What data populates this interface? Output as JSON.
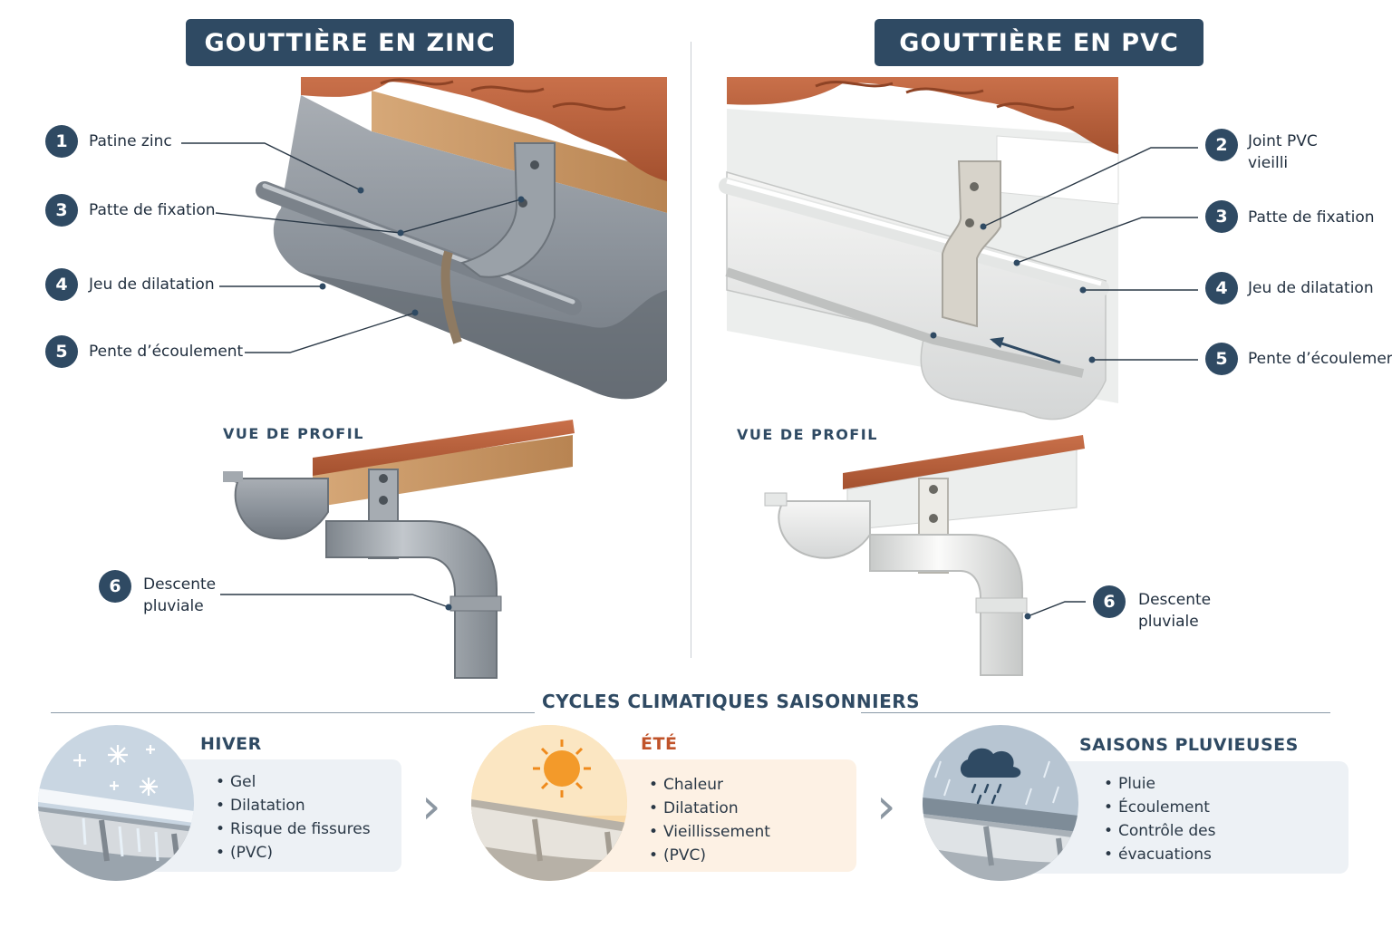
{
  "zinc": {
    "title": "GOUTTIÈRE EN ZINC",
    "profile_label": "VUE DE PROFIL",
    "callouts": [
      {
        "num": "1",
        "text": "Patine zinc"
      },
      {
        "num": "3",
        "text": "Patte de fixation"
      },
      {
        "num": "4",
        "text": "Jeu de dilatation"
      },
      {
        "num": "5",
        "text": "Pente d’écoulement"
      }
    ],
    "downspout": {
      "num": "6",
      "line1": "Descente",
      "line2": "pluviale"
    }
  },
  "pvc": {
    "title": "GOUTTIÈRE EN PVC",
    "profile_label": "VUE DE PROFIL",
    "callouts": [
      {
        "num": "2",
        "line1": "Joint PVC",
        "line2": "vieilli"
      },
      {
        "num": "3",
        "text": "Patte de fixation"
      },
      {
        "num": "4",
        "text": "Jeu de dilatation"
      },
      {
        "num": "5",
        "text": "Pente d’écoulement"
      }
    ],
    "downspout": {
      "num": "6",
      "line1": "Descente",
      "line2": "pluviale"
    }
  },
  "cycles": {
    "title": "CYCLES CLIMATIQUES SAISONNIERS",
    "seasons": [
      {
        "title": "HIVER",
        "items": [
          "Gel",
          "Dilatation",
          "Risque de fissures",
          "(PVC)"
        ],
        "title_color": "#2f4a63",
        "card_color": "#edf1f5"
      },
      {
        "title": "ÉTÉ",
        "items": [
          "Chaleur",
          "Dilatation",
          "Vieillissement",
          "(PVC)"
        ],
        "title_color": "#c0532a",
        "card_color": "#fdf1e4"
      },
      {
        "title": "SAISONS PLUVIEUSES",
        "items": [
          "Pluie",
          "Écoulement",
          "Contrôle des",
          "évacuations"
        ],
        "title_color": "#2f4a63",
        "card_color": "#edf1f5"
      }
    ]
  },
  "icons": [
    "snowflake-icon",
    "sun-icon",
    "rain-cloud-icon",
    "chevron-right-icon"
  ]
}
